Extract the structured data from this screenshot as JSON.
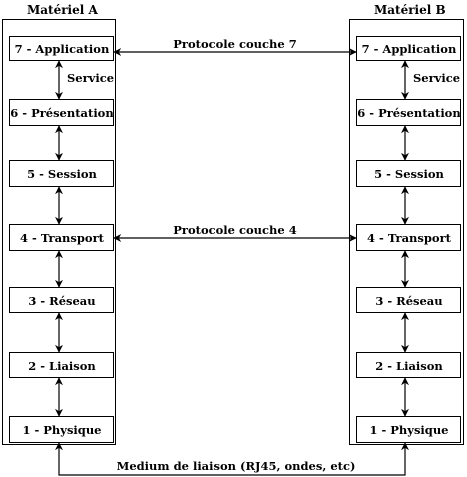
{
  "device_a": {
    "title": "Matériel A",
    "service_label": "Service",
    "layers": [
      "7 - Application",
      "6 - Présentation",
      "5 - Session",
      "4 - Transport",
      "3 - Réseau",
      "2 - Liaison",
      "1 - Physique"
    ]
  },
  "device_b": {
    "title": "Matériel B",
    "service_label": "Service",
    "layers": [
      "7 - Application",
      "6 - Présentation",
      "5 - Session",
      "4 - Transport",
      "3 - Réseau",
      "2 - Liaison",
      "1 - Physique"
    ]
  },
  "protocols": {
    "layer7": "Protocole couche 7",
    "layer4": "Protocole couche 4"
  },
  "medium": "Medium de liaison (RJ45, ondes, etc)"
}
